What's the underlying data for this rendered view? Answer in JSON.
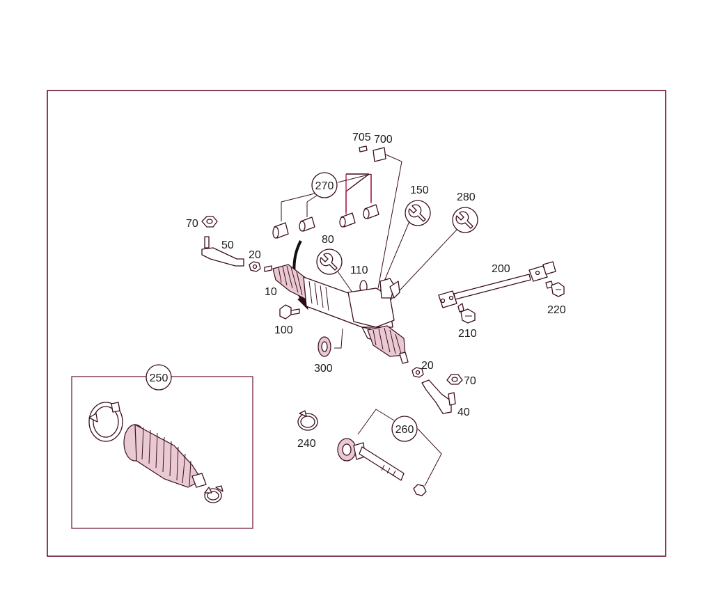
{
  "diagram": {
    "labels": {
      "p10": "10",
      "p20a": "20",
      "p20b": "20",
      "p40": "40",
      "p50": "50",
      "p70a": "70",
      "p70b": "70",
      "p80": "80",
      "p100": "100",
      "p110": "110",
      "p150": "150",
      "p200": "200",
      "p210": "210",
      "p220": "220",
      "p240": "240",
      "p250": "250",
      "p260": "260",
      "p270": "270",
      "p280": "280",
      "p300": "300",
      "p700": "700",
      "p705": "705"
    },
    "icons": [
      "wrench-icon",
      "arrow-icon"
    ],
    "colors": {
      "frame": "#6b0f2a",
      "line": "#3a0d1c",
      "highlight": "#c2185b",
      "shade": "#e9c9d2"
    }
  }
}
